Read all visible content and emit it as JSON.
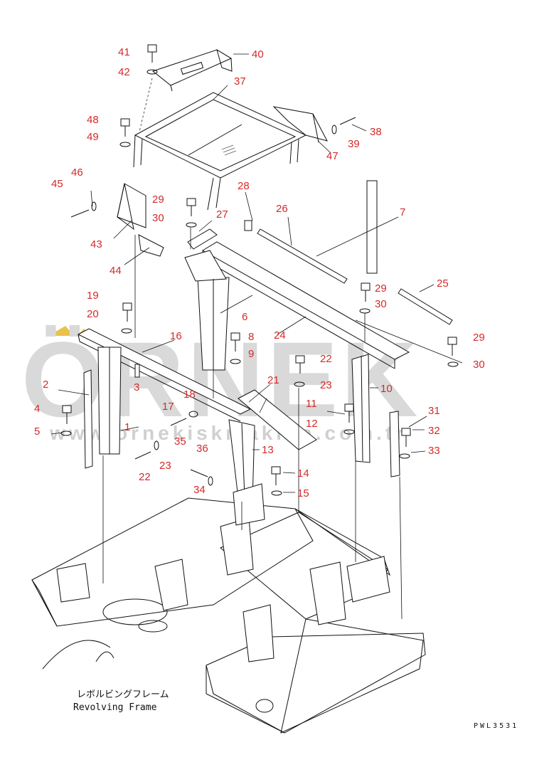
{
  "watermark": {
    "brand": "ÖRNEK",
    "url": "www.ornekiskmakina.com.tr",
    "accent_color": "#e8c24a"
  },
  "caption": {
    "japanese": "レボルビングフレーム",
    "english": "Revolving Frame"
  },
  "drawing_code": "PWL3531",
  "callout_color": "#d42a2a",
  "callouts": [
    "41",
    "42",
    "40",
    "37",
    "48",
    "49",
    "38",
    "39",
    "47",
    "46",
    "45",
    "29",
    "28",
    "26",
    "7",
    "30",
    "27",
    "43",
    "44",
    "19",
    "29",
    "25",
    "30",
    "20",
    "16",
    "6",
    "8",
    "24",
    "29",
    "9",
    "22",
    "30",
    "3",
    "2",
    "21",
    "23",
    "10",
    "18",
    "17",
    "11",
    "4",
    "31",
    "12",
    "5",
    "1",
    "32",
    "35",
    "36",
    "13",
    "33",
    "22",
    "23",
    "14",
    "34",
    "15"
  ]
}
